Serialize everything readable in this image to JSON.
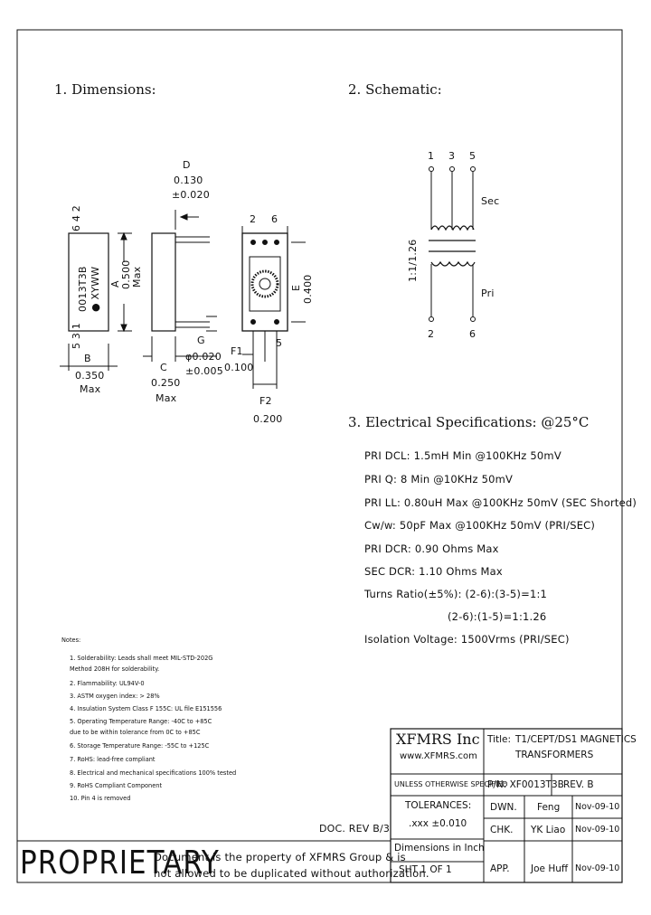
{
  "sections": {
    "dimensions": "1. Dimensions:",
    "schematic": "2. Schematic:",
    "electrical": "3. Electrical   Specifications: @25°C"
  },
  "dimensions": {
    "front_pins_top": "6  4  2",
    "front_pins_bottom": "5  3  1",
    "part_mark": "0013T3B",
    "date_code": "● XYWW",
    "A_label": "A",
    "A_value": "0.500",
    "A_max": "Max",
    "B_label": "B",
    "B_value": "0.350",
    "B_max": "Max",
    "C_label": "C",
    "C_value": "0.250",
    "C_max": "Max",
    "D_label": "D",
    "D_value": "0.130",
    "D_tol": "±0.020",
    "E_label": "E",
    "E_value": "0.400",
    "G_label": "G",
    "G_value": "φ0.020",
    "G_tol": "±0.005",
    "F1_label": "F1",
    "F1_value": "0.100",
    "F2_label": "F2",
    "F2_value": "0.200",
    "bottom_pin_2": "2",
    "bottom_pin_6": "6",
    "bottom_pin_5": "5"
  },
  "schematic": {
    "pin_1": "1",
    "pin_3": "3",
    "pin_5": "5",
    "pin_2": "2",
    "pin_6": "6",
    "sec": "Sec",
    "pri": "Pri",
    "ratio": "1:1/1.26"
  },
  "electrical": [
    "PRI DCL: 1.5mH Min @100KHz 50mV",
    "PRI Q: 8 Min @10KHz 50mV",
    "PRI LL: 0.80uH Max @100KHz 50mV (SEC Shorted)",
    "Cw/w: 50pF Max @100KHz 50mV (PRI/SEC)",
    "PRI DCR: 0.90 Ohms Max",
    "SEC DCR: 1.10 Ohms Max",
    "Turns Ratio(±5%): (2-6):(3-5)=1:1",
    "(2-6):(1-5)=1:1.26",
    "Isolation Voltage: 1500Vrms (PRI/SEC)"
  ],
  "notes": {
    "title": "Notes:",
    "items": [
      "1. Solderability: Leads shall meet MIL-STD-202G",
      "    Method 208H for solderability.",
      "2. Flammability: UL94V-0",
      "3. ASTM oxygen index: > 28%",
      "4. Insulation System Class F 155C: UL file E151556",
      "5. Operating Temperature Range: -40C to +85C",
      "    due to be within tolerance from 0C to +85C",
      "6. Storage Temperature Range: -55C to +125C",
      "7. RoHS: lead-free compliant",
      "8. Electrical and mechanical specifications 100% tested",
      "9. RoHS Compliant Component",
      "10. Pin 4 is removed"
    ]
  },
  "doc_rev": "DOC. REV B/3",
  "title_block": {
    "company": "XFMRS Inc",
    "url": "www.XFMRS.com",
    "title_label": "Title:",
    "title_line1": "T1/CEPT/DS1 MAGNETICS",
    "title_line2": "TRANSFORMERS",
    "unless": "UNLESS OTHERWISE SPECIFIED",
    "pn": "P/N: XF0013T3B",
    "rev": "REV. B",
    "tolerances": "TOLERANCES:",
    "tol_value": ".xxx ±0.010",
    "dims_in": "Dimensions in Inch",
    "sheet": "SHT 1 OF 1",
    "dwn_label": "DWN.",
    "dwn_name": "Feng",
    "dwn_date": "Nov-09-10",
    "chk_label": "CHK.",
    "chk_name": "YK Liao",
    "chk_date": "Nov-09-10",
    "app_label": "APP.",
    "app_name": "Joe Huff",
    "app_date": "Nov-09-10"
  },
  "proprietary": {
    "label": "PROPRIETARY",
    "line1": "Document is the property of XFMRS Group & is",
    "line2": "not allowed to be duplicated without authorization."
  }
}
